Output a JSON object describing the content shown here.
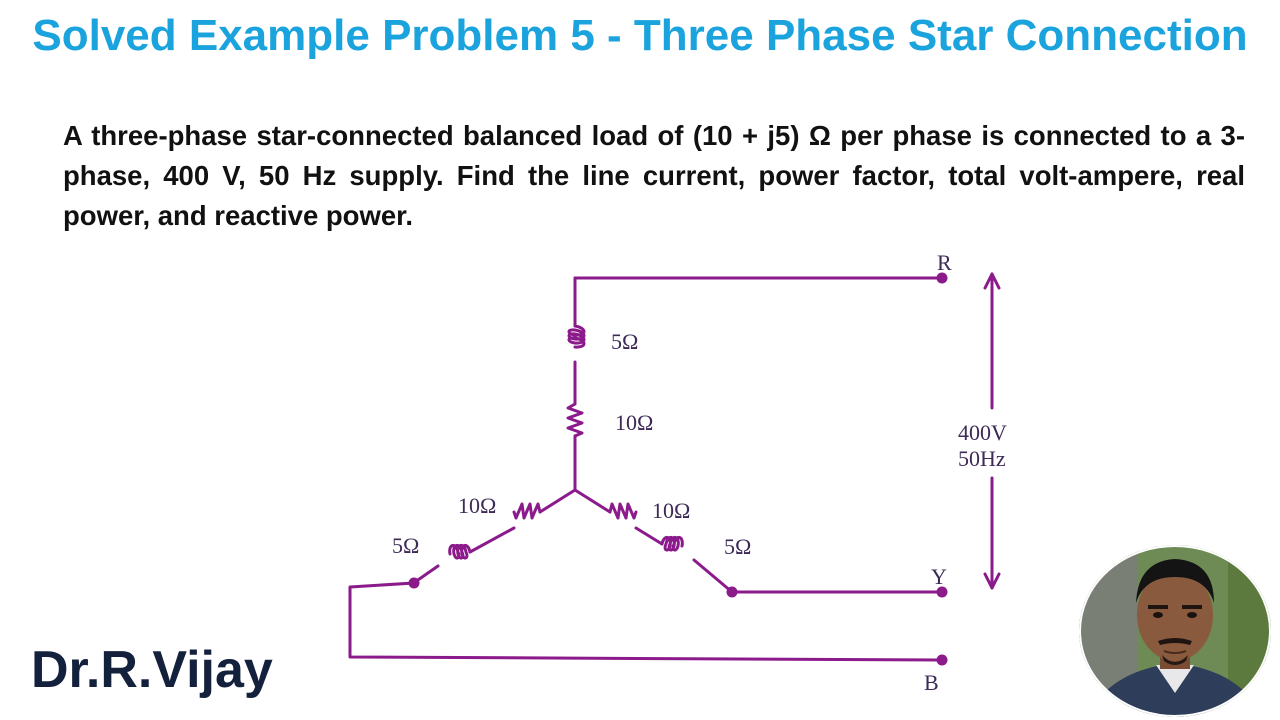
{
  "title": "Solved Example Problem 5 - Three Phase Star Connection",
  "problem": "A three-phase star-connected balanced load of (10 + j5) Ω per phase is connected to a 3-phase, 400 V, 50 Hz supply. Find the line current, power factor, total volt-ampere, real power, and reactive power.",
  "diagram": {
    "terminal_r": "R",
    "terminal_y": "Y",
    "terminal_b": "B",
    "r_inductance": "5Ω",
    "r_resistance": "10Ω",
    "left_resistance": "10Ω",
    "left_inductance": "5Ω",
    "right_resistance": "10Ω",
    "right_inductance": "5Ω",
    "supply_voltage": "400V",
    "supply_frequency": "50Hz",
    "wire_color": "#8b1a8b"
  },
  "author": "Dr.R.Vijay",
  "colors": {
    "title": "#1aa3dc",
    "text": "#111111",
    "author": "#14213d"
  }
}
